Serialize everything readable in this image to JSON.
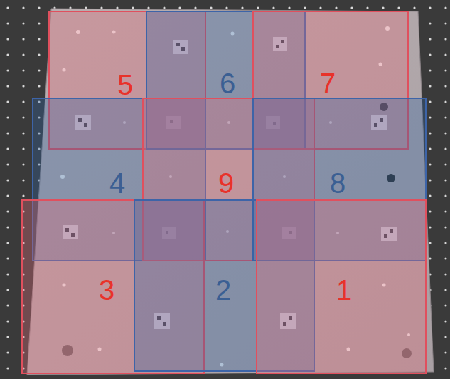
{
  "diagram": {
    "nodes": [
      {
        "text": [
          "5"
        ]
      },
      {
        "text": [
          "6"
        ]
      },
      {
        "text": [
          "7"
        ]
      },
      {
        "text": [
          "4"
        ]
      },
      {
        "text": [
          "9"
        ]
      },
      {
        "text": [
          "8"
        ]
      },
      {
        "text": [
          "3"
        ]
      },
      {
        "text": [
          "2"
        ]
      },
      {
        "text": [
          "1"
        ]
      }
    ]
  }
}
